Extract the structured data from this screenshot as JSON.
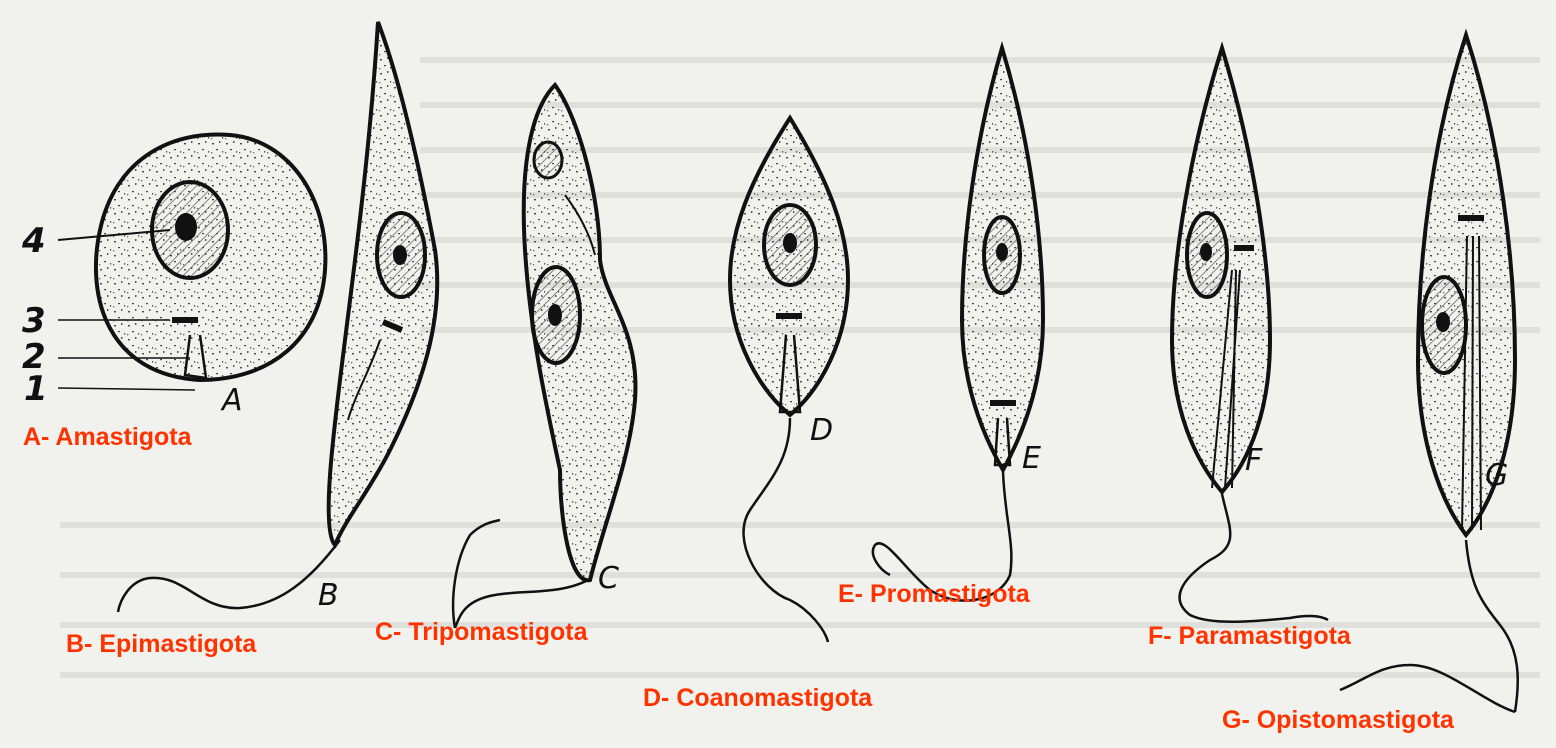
{
  "figure": {
    "forms": [
      {
        "letter": "A",
        "caption": "A- Amastigota"
      },
      {
        "letter": "B",
        "caption": "B- Epimastigota"
      },
      {
        "letter": "C",
        "caption": "C- Tripomastigota"
      },
      {
        "letter": "D",
        "caption": "D- Coanomastigota"
      },
      {
        "letter": "E",
        "caption": "E- Promastigota"
      },
      {
        "letter": "F",
        "caption": "F- Paramastigota"
      },
      {
        "letter": "G",
        "caption": "G- Opistomastigota"
      }
    ],
    "part_numbers": [
      "4",
      "3",
      "2",
      "1"
    ]
  },
  "colors": {
    "caption": "#ff3300",
    "ink": "#111111",
    "paper": "#f1f1ee"
  }
}
